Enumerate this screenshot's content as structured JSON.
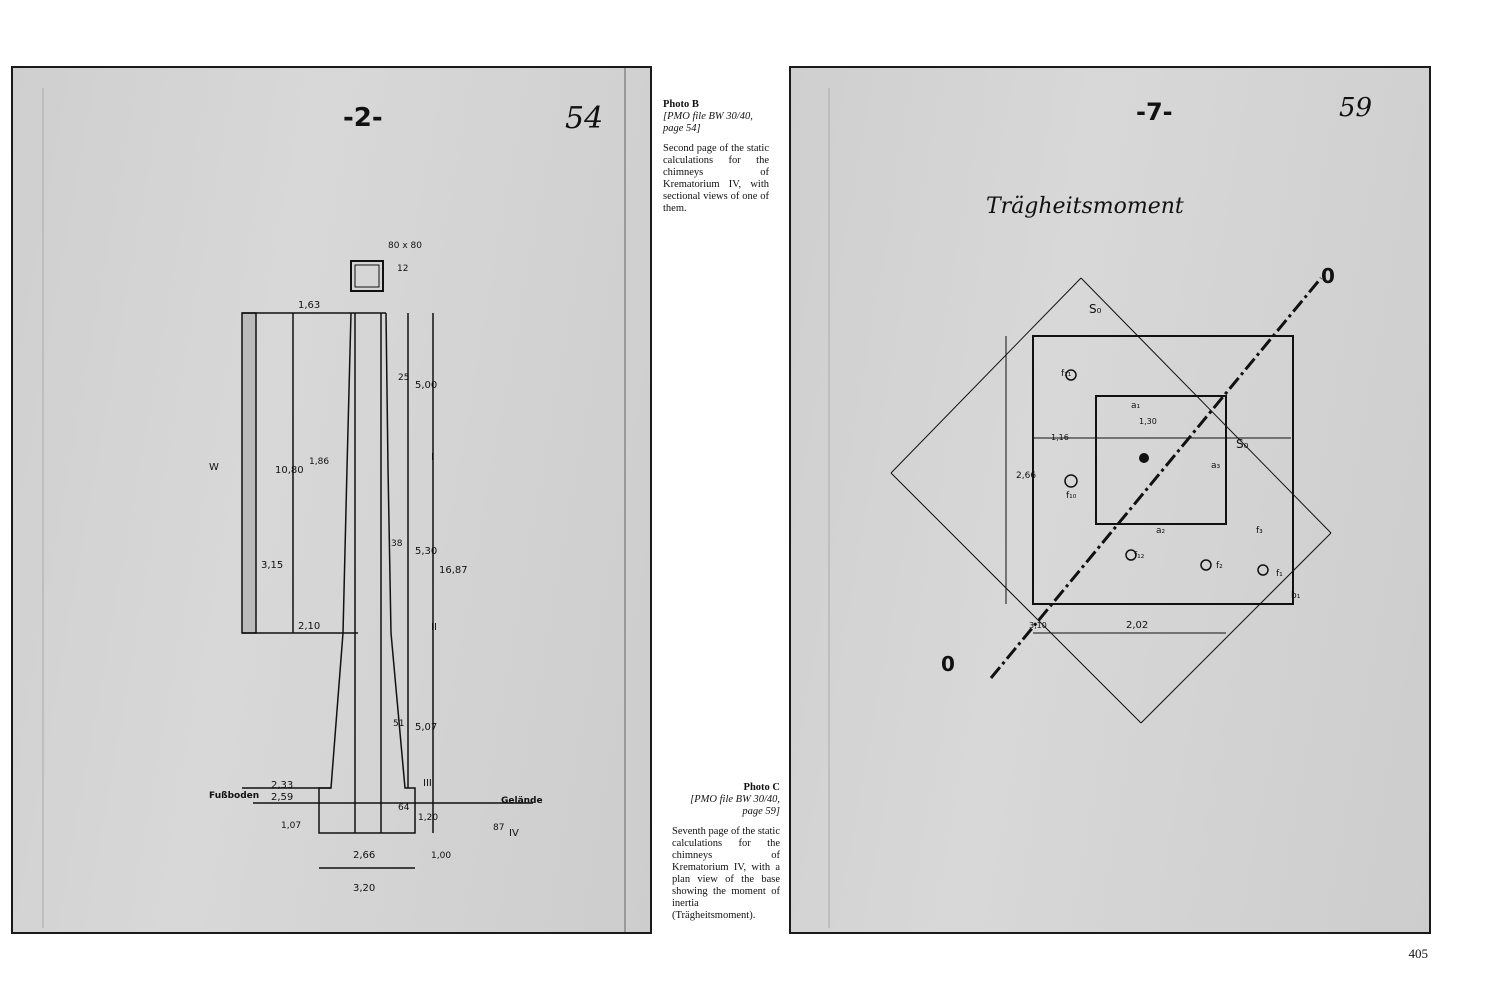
{
  "page_number": "405",
  "photo_b": {
    "title": "Photo B",
    "reference": "[PMO file BW 30/40, page 54]",
    "caption": "Second page of the static calculations for the chimneys of Krematorium IV, with sectional views of one of them.",
    "drawing": {
      "page_mark": "-2-",
      "sheet_no": "54",
      "section_label": "80 x 80",
      "dims": [
        "12",
        "1,63",
        "25",
        "5,00",
        "W",
        "10,80",
        "1,86",
        "I",
        "3,15",
        "38",
        "5,30",
        "16,87",
        "2,10",
        "II",
        "51",
        "5,07",
        "2,33",
        "2,59",
        "III",
        "Fußboden",
        "Gelände",
        "64",
        "1,20",
        "1,07",
        "87",
        "IV",
        "2,66",
        "1,00",
        "3,20"
      ]
    }
  },
  "photo_c": {
    "title": "Photo C",
    "reference": "[PMO file BW 30/40, page 59]",
    "caption": "Seventh page of the static calculations for the chimneys of Krematorium IV, with a plan view of the base showing the moment of inertia (Trägheitsmoment).",
    "drawing": {
      "page_mark": "-7-",
      "sheet_no": "59",
      "heading": "Trägheitsmoment",
      "axis_labels": [
        "0",
        "0"
      ],
      "dims": [
        "S₀",
        "2,66",
        "1,16",
        "1,30",
        "S₀",
        "2,02",
        "3,10",
        "a₁",
        "a₂",
        "a₃",
        "b₁",
        "f₁",
        "f₂",
        "f₃",
        "f₁₀",
        "f₁₁",
        "f₁₂"
      ]
    }
  }
}
